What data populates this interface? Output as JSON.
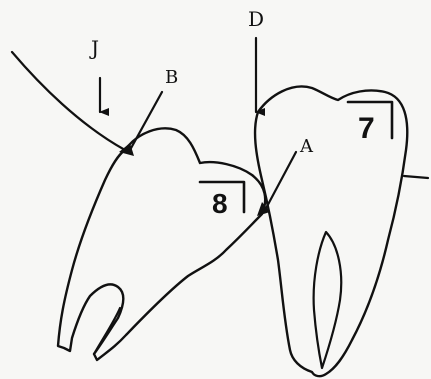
{
  "labels": {
    "J": "J",
    "B": "B",
    "D": "D",
    "A": "A",
    "tooth_8": "8",
    "tooth_7": "7"
  },
  "colors": {
    "ink": "#111111",
    "paper": "#f7f7f5"
  }
}
